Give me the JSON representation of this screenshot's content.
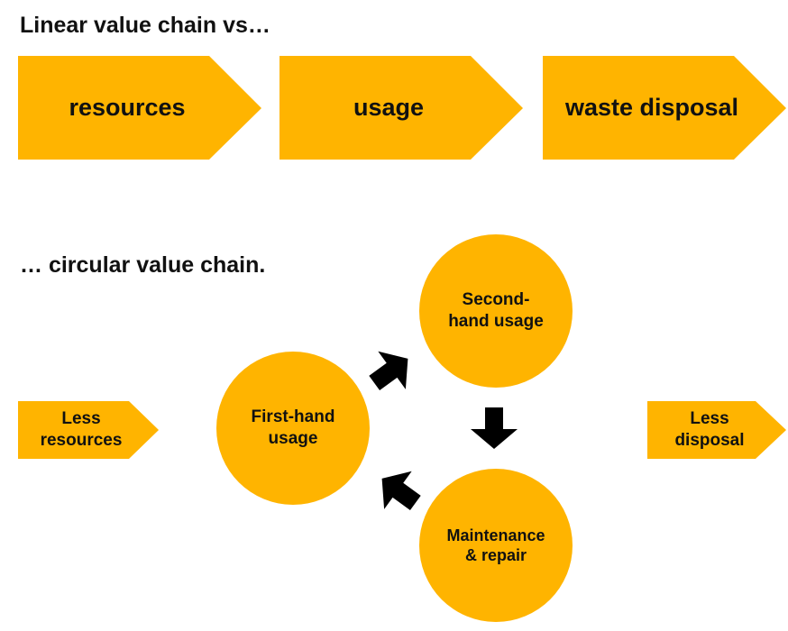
{
  "headings": {
    "linear": "Linear value chain vs…",
    "circular": "… circular value chain."
  },
  "linear_chain": {
    "steps": [
      "resources",
      "usage",
      "waste disposal"
    ]
  },
  "circular_chain": {
    "input": [
      "Less",
      "resources"
    ],
    "output": [
      "Less",
      "disposal"
    ],
    "nodes": {
      "first_hand": [
        "First-hand",
        "usage"
      ],
      "second_hand": [
        "Second-",
        "hand usage"
      ],
      "maintenance": [
        "Maintenance",
        "& repair"
      ]
    }
  },
  "colors": {
    "shape_fill": "#FFB400",
    "arrow_fill": "#000000",
    "text": "#111111"
  }
}
